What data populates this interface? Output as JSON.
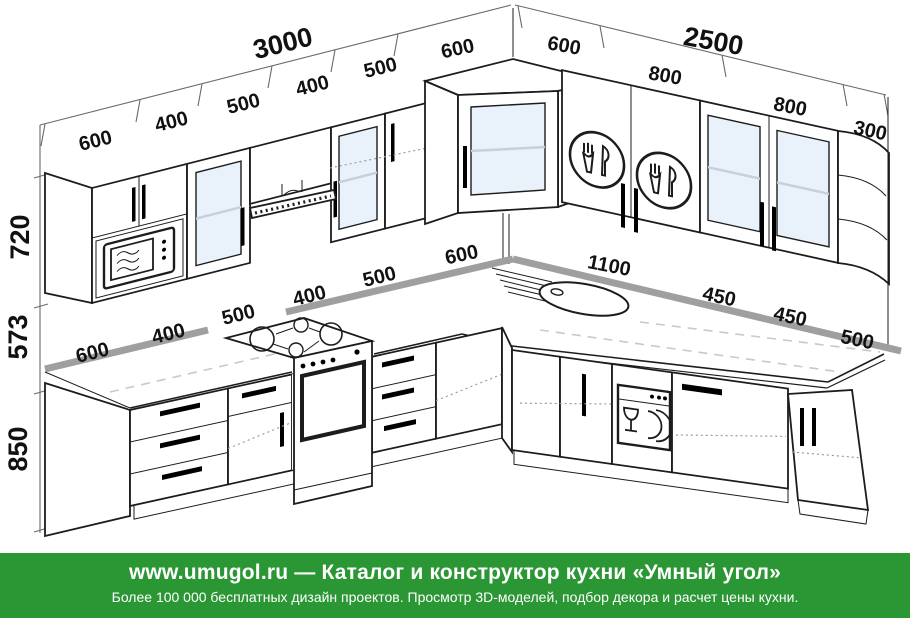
{
  "diagram": {
    "walls": {
      "a_total": "3000",
      "b_total": "2500",
      "a_upper_segments": [
        "600",
        "400",
        "500",
        "400",
        "500",
        "600"
      ],
      "b_upper_segments": [
        "600",
        "800",
        "800",
        "300"
      ],
      "a_counter_segments": [
        "600",
        "400",
        "500",
        "400",
        "500",
        "600"
      ],
      "b_counter_segments": [
        "1100",
        "450",
        "450",
        "500"
      ],
      "heights": {
        "upper_cabinets": "720",
        "backsplash_gap": "573",
        "base_cabinets": "850"
      }
    },
    "colors": {
      "line": "#1c1c1c",
      "glass": "#e9f1fa",
      "wall_bar": "#9f9f9f",
      "dashed": "#c9c9c9"
    },
    "icons": [
      "microwave-icon",
      "cooker-hood-icon",
      "cooktop-burners-icon",
      "oven-icon",
      "sink-icon",
      "dishwasher-icon",
      "cutlery-plate-icon"
    ]
  },
  "footer": {
    "background": "#2b9734",
    "title": "www.umugol.ru — Каталог и конструктор кухни «Умный угол»",
    "subtitle": "Более 100 000 бесплатных дизайн проектов. Просмотр 3D-моделей, подбор декора и расчет цены кухни."
  }
}
